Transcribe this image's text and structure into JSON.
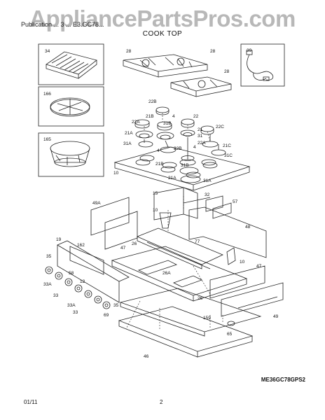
{
  "header": {
    "watermark": "AppliancePartsPros.com",
    "subtitle": "Publication ... 3 ... E3.GC78...",
    "title": "COOK TOP"
  },
  "callouts": {
    "c34": "34",
    "c28a": "28",
    "c28b": "28",
    "c28c": "28",
    "c39": "39",
    "c166": "166",
    "c165": "165",
    "c22b": "22B",
    "c21b": "21B",
    "c22a": "22A",
    "c4a": "4",
    "c22": "22",
    "c31b": "31B",
    "c21a": "21A",
    "c21": "21",
    "c22c": "22C",
    "c31": "31",
    "c31a": "31A",
    "c4b": "4",
    "c22bb": "22B",
    "c4c": "4",
    "c22aa": "22A",
    "c21c": "21C",
    "c31c": "31C",
    "c10a": "10",
    "c21bb": "21B",
    "c31bb": "31B",
    "c21aa": "21A",
    "c31aa": "31A",
    "c15": "15",
    "c32": "32",
    "c57": "57",
    "c49a": "49A",
    "c10b": "10",
    "c48": "48",
    "c19": "19",
    "c162": "162",
    "c47a": "47",
    "c77": "77",
    "c26a": "26",
    "c35a": "35",
    "c33a": "33A",
    "c33b": "33",
    "c58": "58",
    "c26b": "26A",
    "c12": "12",
    "c10c": "10",
    "c47b": "47",
    "c33aa": "33A",
    "c33c": "33",
    "c69": "69",
    "c35b": "35",
    "c26c": "26",
    "c159": "159",
    "c49": "49",
    "c65": "65",
    "c46": "46"
  },
  "model_code": "ME36GC78GPS2",
  "footer": {
    "date": "01/11",
    "page": "2"
  }
}
